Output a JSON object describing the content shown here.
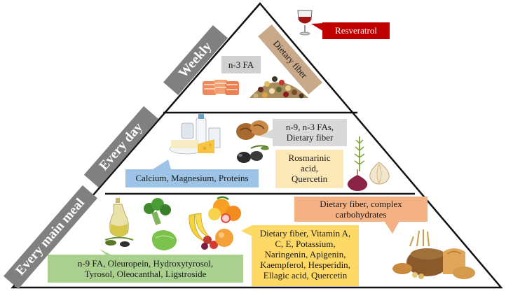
{
  "tiers": {
    "weekly": "Weekly",
    "every_day": "Every day",
    "every_main_meal": "Every main meal"
  },
  "weekly": {
    "resveratrol": "Resveratrol",
    "n3fa": "n-3 FA",
    "dietary_fiber": "Dietary fiber"
  },
  "every_day": {
    "nuts_label_lines": [
      "n-9, n-3 FAs,",
      "Dietary fiber"
    ],
    "dairy_label": "Calcium, Magnesium, Proteins",
    "herbs_label_lines": [
      "Rosmarinic",
      "acid,",
      "Quercetin"
    ]
  },
  "every_main_meal": {
    "grains_label_lines": [
      "Dietary fiber, complex",
      "carbohydrates"
    ],
    "fruits_label_lines": [
      "Dietary fiber, Vitamin A,",
      "C, E, Potassium,",
      "Naringenin, Apigenin,",
      "Kaempferol, Hesperidin,",
      "Ellagic acid, Quercetin"
    ],
    "oil_label_lines": [
      "n-9 FA, Oleuropein, Hydroxytyrosol,",
      "Tyrosol, Oleocanthal, Ligstroside"
    ]
  },
  "colors": {
    "tier_banner": "#808080",
    "resveratrol_box": "#c00000",
    "n3fa_box": "#d0d0d0",
    "dietary_fiber_box": "#c8a98a",
    "nuts_box": "#d9d9d9",
    "dairy_box": "#9dc3e6",
    "herbs_box": "#fde8b8",
    "grains_box": "#f4b183",
    "fruits_box": "#ffd966",
    "oil_box": "#a9d08e"
  }
}
